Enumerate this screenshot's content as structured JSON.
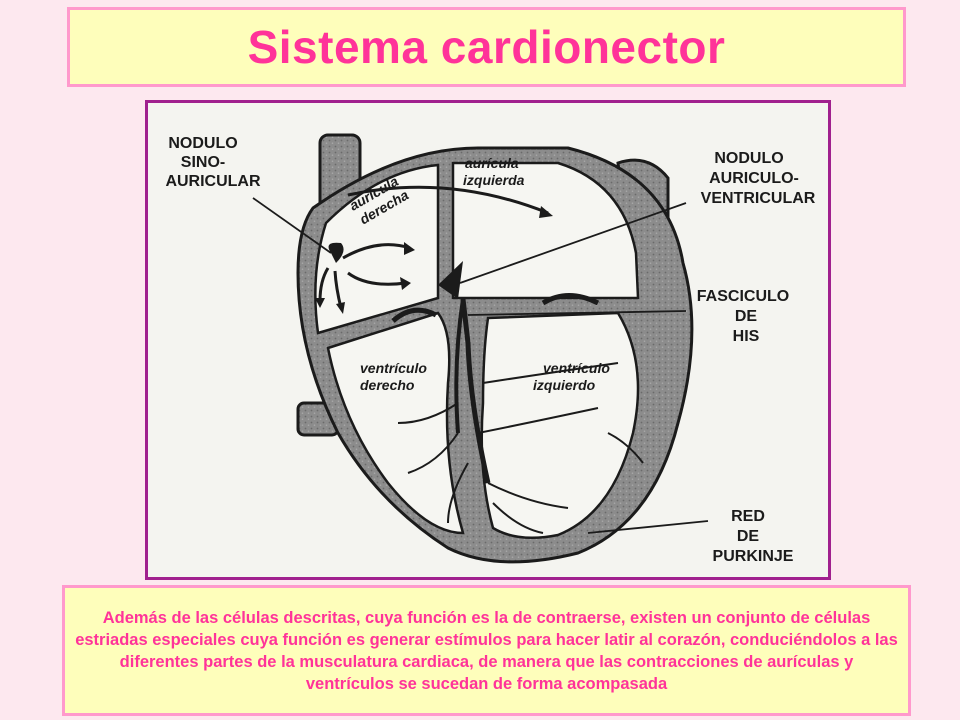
{
  "title": "Sistema cardionector",
  "diagram": {
    "labels": {
      "sa_node": [
        "NODULO",
        "SINO-",
        "AURICULAR"
      ],
      "av_node": [
        "NODULO",
        "AURICULO-",
        "VENTRICULAR"
      ],
      "his": [
        "FASCICULO",
        "DE",
        "HIS"
      ],
      "purkinje": [
        "RED",
        "DE",
        "PURKINJE"
      ],
      "right_atrium": [
        "aurícula",
        "derecha"
      ],
      "left_atrium": [
        "aurícula",
        "izquierda"
      ],
      "right_ventricle": [
        "ventrículo",
        "derecho"
      ],
      "left_ventricle": [
        "ventrículo",
        "izquierdo"
      ]
    }
  },
  "caption": "Además de las células descritas, cuya función es la de contraerse, existen un conjunto de células estriadas especiales cuya función es generar estímulos para hacer latir al corazón, conduciéndolos a las diferentes partes de la musculatura cardiaca, de manera que las contracciones de aurículas y ventrículos se sucedan de forma acompasada",
  "colors": {
    "page_background": "#fde8ef",
    "title_text": "#ff3399",
    "box_fill": "#fefebb",
    "box_border": "#ff99cc",
    "figure_border": "#a0208e"
  }
}
